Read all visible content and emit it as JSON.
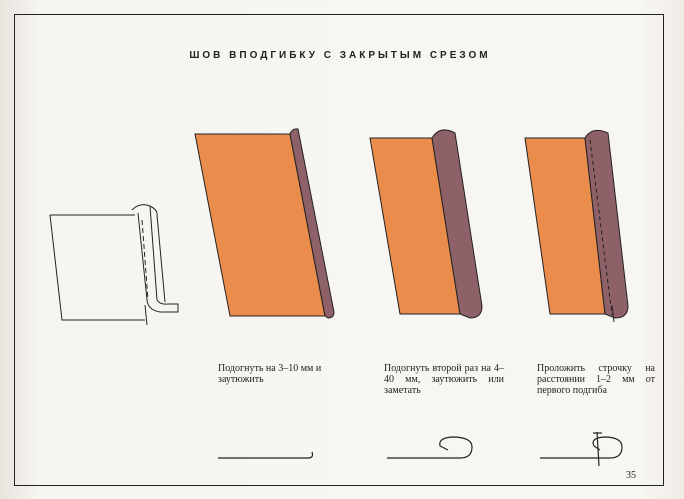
{
  "title": "ШОВ ВПОДГИБКУ С ЗАКРЫТЫМ СРЕЗОМ",
  "steps": [
    {
      "caption": "Подогнуть на 3–10 мм и заутюжить"
    },
    {
      "caption": "Подогнуть второй раз на 4–40 мм, заутюжить или заметать"
    },
    {
      "caption": "Проложить строчку на расстоянии 1–2 мм от первого подгиба"
    }
  ],
  "page_number": "35",
  "colors": {
    "fabric_front": "#e98c4c",
    "fabric_back": "#8e6169",
    "outline": "#222222"
  }
}
